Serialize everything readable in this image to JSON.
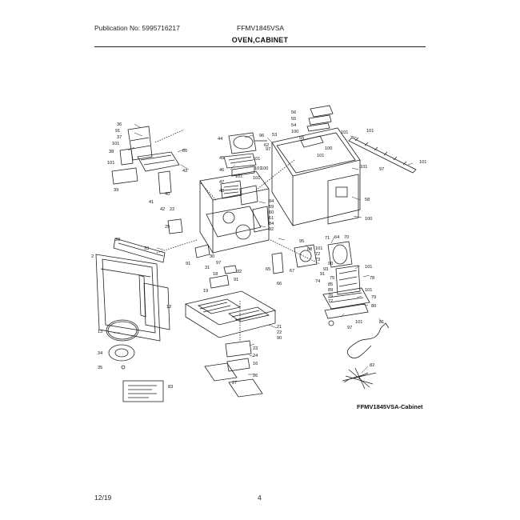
{
  "header": {
    "publication": "Publication No: 5995716217",
    "model": "FFMV1845VSA",
    "section_title": "OVEN,CABINET"
  },
  "diagram": {
    "caption": "FFMV1845VSA-Cabinet",
    "callouts": [
      "36",
      "91",
      "37",
      "101",
      "38",
      "101",
      "39",
      "40",
      "41",
      "42",
      "22",
      "43",
      "60",
      "44",
      "96",
      "45",
      "46",
      "101",
      "47",
      "48",
      "101",
      "101",
      "101",
      "100",
      "97",
      "53",
      "62",
      "56",
      "55",
      "54",
      "100",
      "101",
      "55",
      "100",
      "101",
      "101",
      "101",
      "97",
      "101",
      "58",
      "100",
      "94",
      "59",
      "60",
      "61",
      "84",
      "92",
      "29",
      "28",
      "33",
      "2",
      "91",
      "31",
      "30",
      "97",
      "32",
      "91",
      "65",
      "66",
      "67",
      "68",
      "95",
      "101",
      "72",
      "73",
      "71",
      "64",
      "70",
      "101",
      "74",
      "91",
      "93",
      "90",
      "75",
      "101",
      "78",
      "85",
      "89",
      "76",
      "77",
      "79",
      "80",
      "101",
      "97",
      "12",
      "19",
      "18",
      "21",
      "22",
      "90",
      "23",
      "24",
      "16",
      "26",
      "27",
      "13",
      "34",
      "35",
      "83",
      "82",
      "81"
    ]
  },
  "footer": {
    "date": "12/19",
    "page": "4"
  }
}
